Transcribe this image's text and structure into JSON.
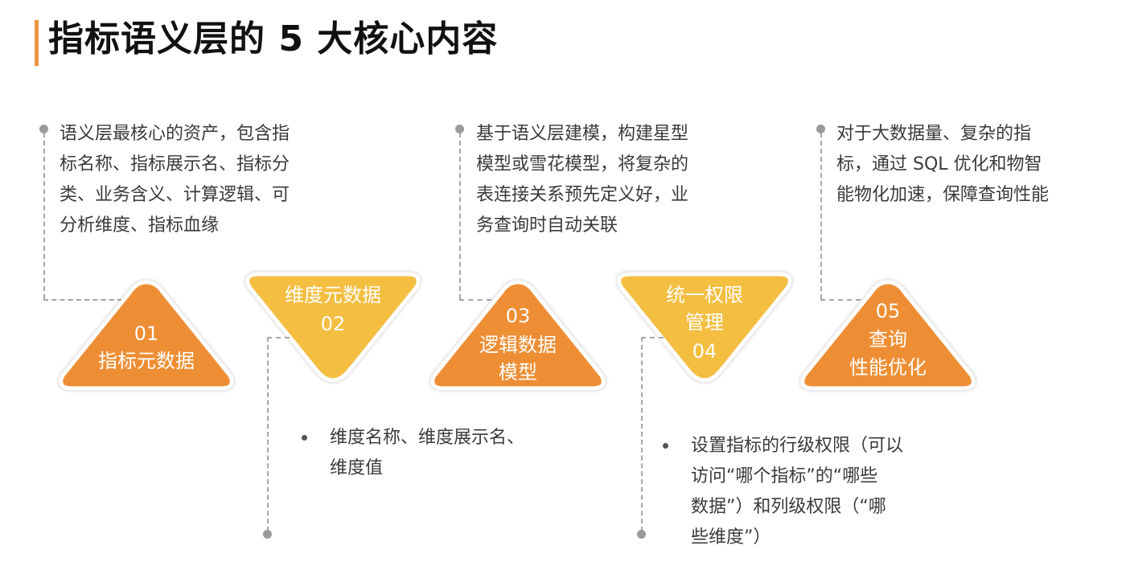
{
  "header": {
    "title": "指标语义层的 5 大核心内容",
    "accent_color": "#ec9440"
  },
  "colors": {
    "orange": "#ee8e34",
    "yellow": "#f4be41",
    "text": "#3a3a3a",
    "connector": "#a6a6a6"
  },
  "items": [
    {
      "number": "01",
      "label": "指标元数据",
      "shape": "triangle-up",
      "color": "orange",
      "description": [
        "语义层最核心的资产，包含指",
        "标名称、指标展示名、指标分",
        "类、业务含义、计算逻辑、可",
        "分析维度、指标血缘"
      ]
    },
    {
      "number": "02",
      "label": "维度元数据",
      "shape": "triangle-down",
      "color": "yellow",
      "description": [
        "维度名称、维度展示名、",
        "维度值"
      ]
    },
    {
      "number": "03",
      "label_lines": [
        "逻辑数据",
        "模型"
      ],
      "shape": "triangle-up",
      "color": "orange",
      "description": [
        "基于语义层建模，构建星型",
        "模型或雪花模型，将复杂的",
        "表连接关系预先定义好，业",
        "务查询时自动关联"
      ]
    },
    {
      "number": "04",
      "label_lines": [
        "统一权限",
        "管理"
      ],
      "shape": "triangle-down",
      "color": "yellow",
      "description": [
        "设置指标的行级权限（可以",
        "访问“哪个指标”的“哪些",
        "数据”）和列级权限（“哪",
        "些维度”）"
      ]
    },
    {
      "number": "05",
      "label_lines": [
        "查询",
        "性能优化"
      ],
      "shape": "triangle-up",
      "color": "orange",
      "description": [
        "对于大数据量、复杂的指",
        "标，通过 SQL 优化和物智",
        "能物化加速，保障查询性能"
      ]
    }
  ]
}
